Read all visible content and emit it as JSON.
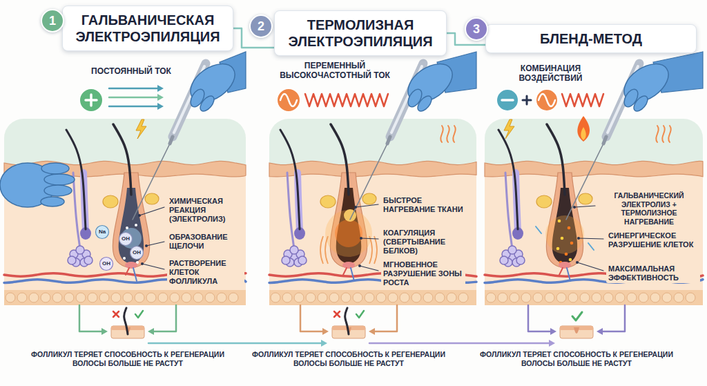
{
  "diagram": {
    "nodes": [
      {
        "text": [
          "1"
        ]
      },
      {
        "text": [
          "ГАЛЬВАНИЧЕСКАЯ ЭЛЕКТРОЭПИЛЯЦИЯ"
        ]
      },
      {
        "text": [
          "2"
        ]
      },
      {
        "text": [
          "ТЕРМОЛИЗНАЯ ЭЛЕКТРОЭПИЛЯЦИЯ"
        ]
      },
      {
        "text": [
          "3"
        ]
      },
      {
        "text": [
          "БЛЕНД-МЕТОД"
        ]
      }
    ],
    "edges": [
      {
        "from": 1,
        "to": 3,
        "arrow": "none"
      },
      {
        "from": 3,
        "to": 5,
        "arrow": "none"
      }
    ],
    "labels": [
      "ПОСТОЯННЫЙ ТОК",
      "ХИМИЧЕСКАЯ РЕАКЦИЯ (ЭЛЕКТРОЛИЗ)",
      "Na",
      "OH",
      "OH",
      "ОБРАЗОВАНИЕ ЩЕЛОЧИ",
      "OH",
      "РАСТВОРЕНИЕ КЛЕТОК ФОЛЛИКУЛА",
      "ПЕРЕМЕННЫЙ ВЫСОКОЧАСТОТНЫЙ ТОК",
      "БЫСТРОЕ НАГРЕВАНИЕ ТКАНИ",
      "КОАГУЛЯЦИЯ (СВЕРТЫВАНИЕ БЕЛКОВ)",
      "МГНОВЕННОЕ РАЗРУШЕНИЕ ЗОНЫ РОСТА",
      "КОМБИНАЦИЯ ВОЗДЕЙСТВИЙ",
      "ГАЛЬВАНИЧЕСКИЙ ЭЛЕКТРОЛИЗ + ТЕРМОЛИЗНОЕ НАГРЕВАНИЕ",
      "СИНЕРГИЧЕСКОЕ РАЗРУШЕНИЕ КЛЕТОК",
      "МАКСИМАЛЬНАЯ ЭФФЕКТИВНОСТЬ",
      "ФОЛЛИКУЛ ТЕРЯЕТ СПОСОБНОСТЬ К РЕГЕНЕРАЦИИ ВОЛОСЫ БОЛЬШЕ НЕ РАСТУТ",
      "ФОЛЛИКУЛ ТЕРЯЕТ СПОСОБНОСТЬ К РЕГЕНЕРАЦИИ ВОЛОСЫ БОЛЬШЕ НЕ РАСТУТ",
      "ФОЛЛИКУЛ ТЕРЯЕТ СПОСОБНОСТЬ К РЕГЕНЕРАЦИИ ВОЛОСЫ БОЛЬШЕ НЕ РАСТУТ"
    ]
  }
}
